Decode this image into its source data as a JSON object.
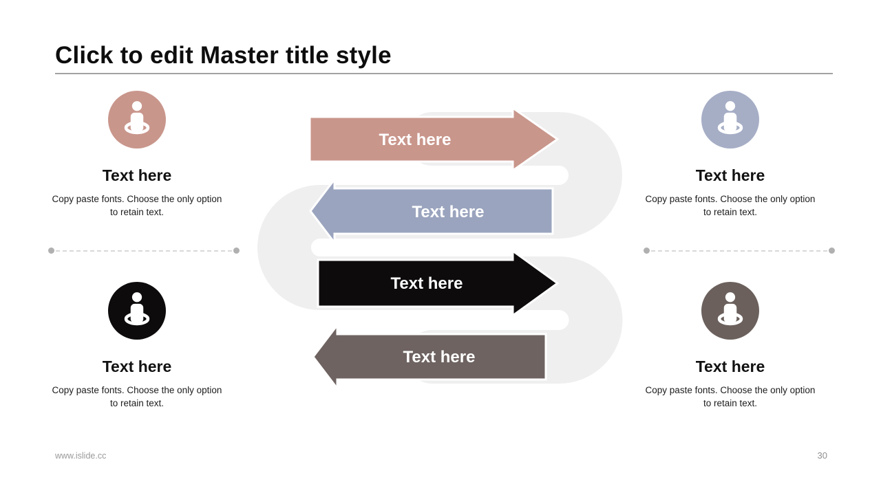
{
  "slide": {
    "title": "Click to edit Master title style"
  },
  "cards": [
    {
      "position": "top-left",
      "icon": "person-location-icon",
      "icon_color": "#c9968c",
      "title": "Text here",
      "body": "Copy paste fonts. Choose the only option to retain text."
    },
    {
      "position": "top-right",
      "icon": "person-location-icon",
      "icon_color": "#a6aec6",
      "title": "Text here",
      "body": "Copy paste fonts. Choose the only option to retain text."
    },
    {
      "position": "bottom-left",
      "icon": "person-location-icon",
      "icon_color": "#0d0b0c",
      "title": "Text here",
      "body": "Copy paste fonts. Choose the only option to retain text."
    },
    {
      "position": "bottom-right",
      "icon": "person-location-icon",
      "icon_color": "#6b605c",
      "title": "Text here",
      "body": "Copy paste fonts. Choose the only option to retain text."
    }
  ],
  "arrows": [
    {
      "label": "Text here",
      "direction": "right",
      "color": "#c9968b"
    },
    {
      "label": "Text here",
      "direction": "left",
      "color": "#9aa4be"
    },
    {
      "label": "Text here",
      "direction": "right",
      "color": "#0d0b0c"
    },
    {
      "label": "Text here",
      "direction": "left",
      "color": "#6e6361"
    }
  ],
  "colors": {
    "track_gray": "#f0eff0",
    "divider_gray": "#a2a2a2"
  },
  "footer": {
    "site": "www.islide.cc",
    "page_number": "30"
  }
}
